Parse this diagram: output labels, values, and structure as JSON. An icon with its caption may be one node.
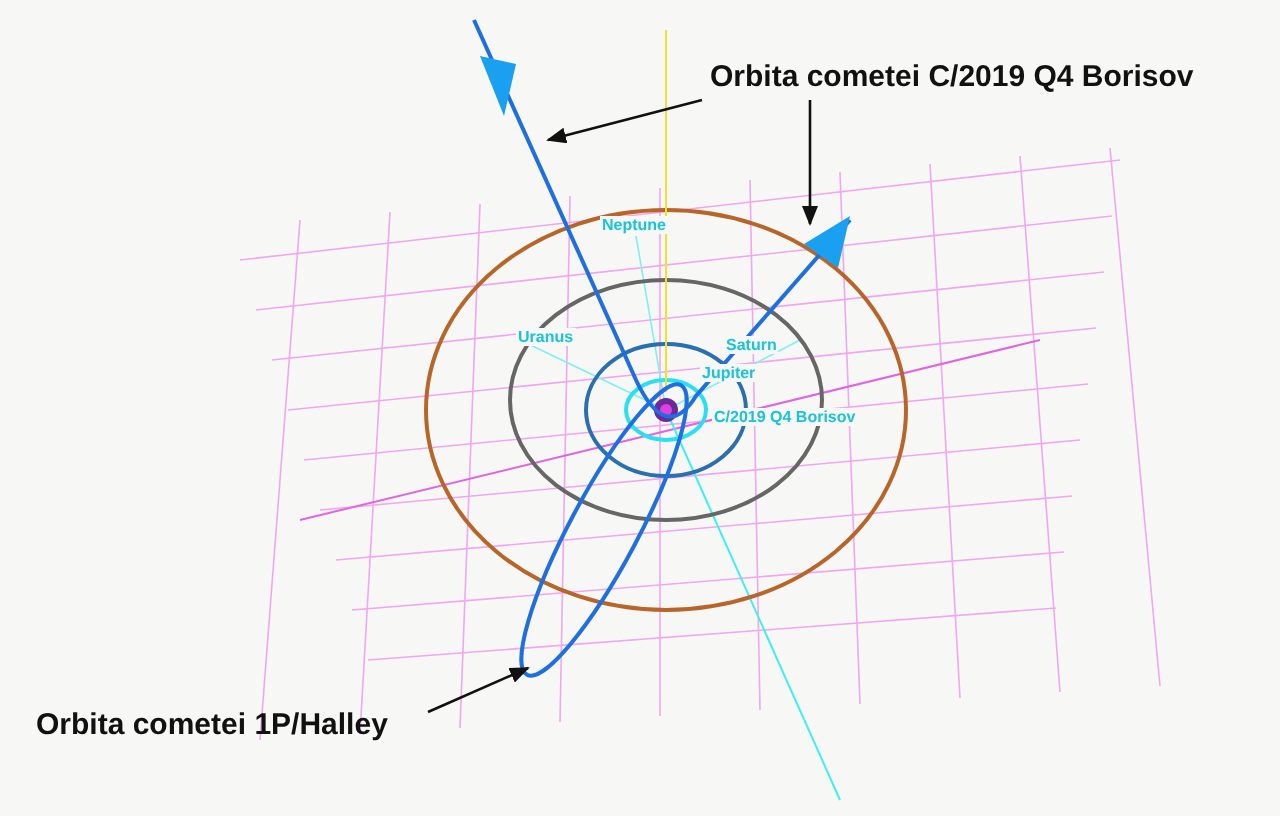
{
  "diagram": {
    "nodes": [
      {
        "text": [
          "Orbita cometei C/2019 Q4 Borisov"
        ]
      },
      {
        "text": [],
        "shape": "line"
      },
      {
        "text": [
          "Orbita cometei 1P/Halley"
        ]
      },
      {
        "text": [],
        "shape": "ellipse"
      }
    ],
    "edges": [
      {
        "from": 0,
        "to": 1,
        "arrow": "to"
      },
      {
        "from": 0,
        "to": 1,
        "arrow": "to"
      },
      {
        "from": 2,
        "to": 3,
        "arrow": "to"
      }
    ],
    "labels": [
      "Neptune",
      "Uranus",
      "Saturn",
      "Jupiter",
      "C/2019 Q4 Borisov"
    ]
  }
}
